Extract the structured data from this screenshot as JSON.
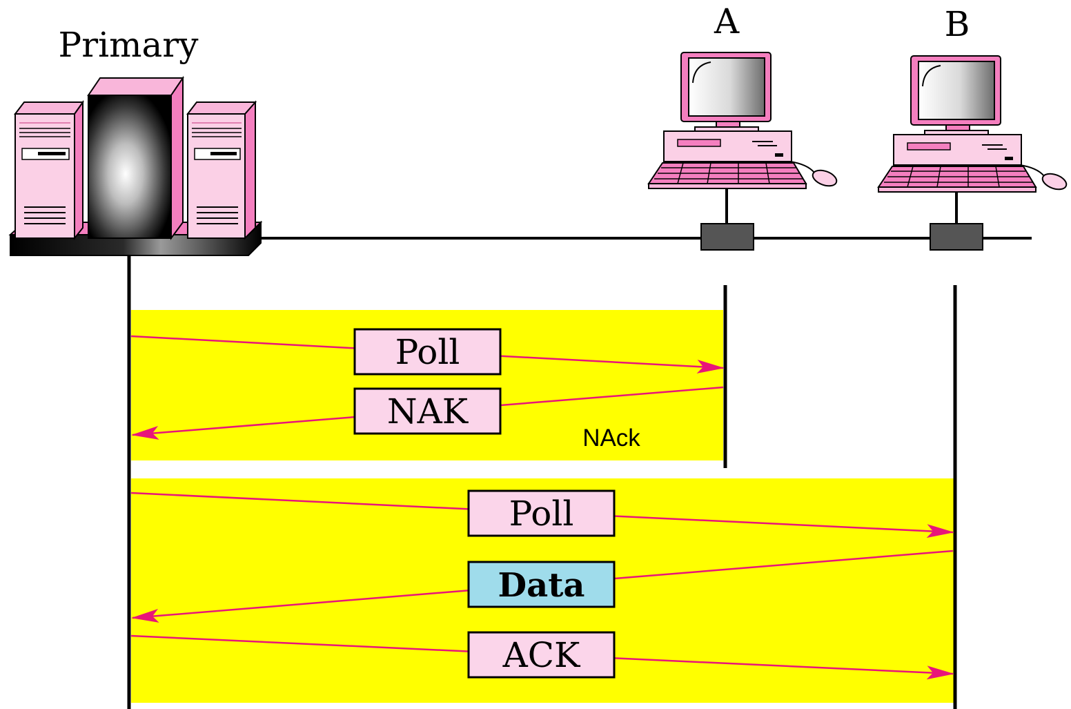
{
  "labels": {
    "primary": "Primary",
    "station_a": "A",
    "station_b": "B",
    "nack_note": "NAck"
  },
  "messages": {
    "poll_a": "Poll",
    "nak": "NAK",
    "poll_b": "Poll",
    "data": "Data",
    "ack": "ACK"
  },
  "colors": {
    "band": "#ffff00",
    "frame_fill": "#fbd5ea",
    "data_fill": "#9fdceb",
    "arrow": "#e8157a",
    "computer_pink": "#f47fbf",
    "computer_light": "#fbd0e6",
    "line": "#000000"
  },
  "icons": [
    "server-rack-icon",
    "desktop-computer-icon",
    "network-tap-icon"
  ]
}
